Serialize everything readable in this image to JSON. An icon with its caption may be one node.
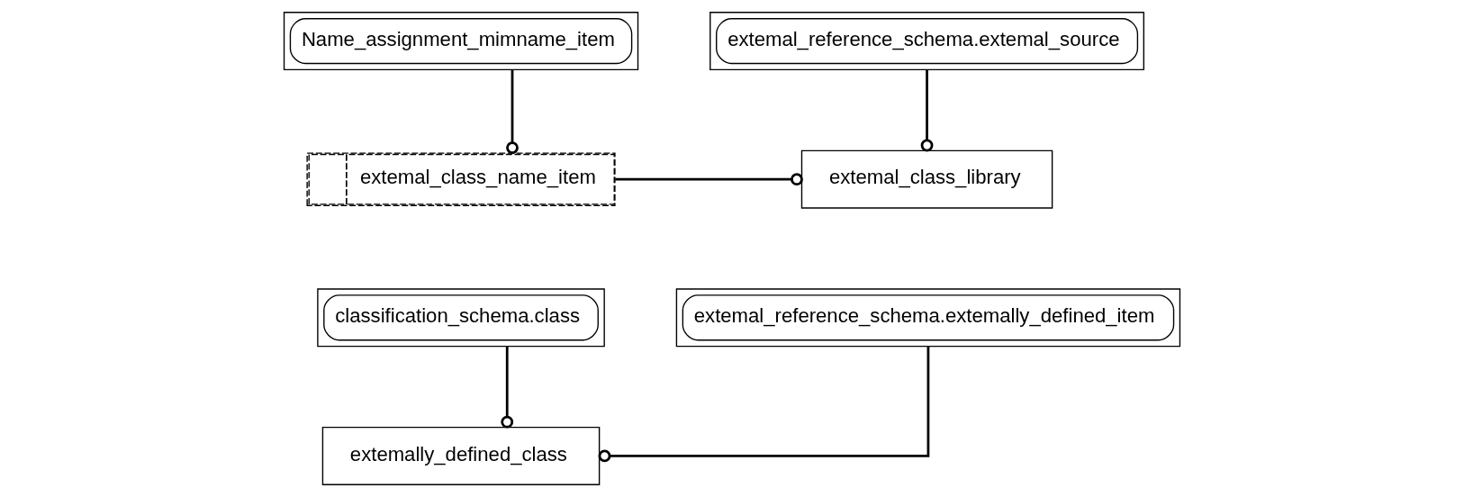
{
  "diagram": {
    "nodes": [
      {
        "text": [
          "Name_assignment_mimname_item"
        ]
      },
      {
        "text": [
          "extemal_class_name_item"
        ]
      },
      {
        "text": [
          "extemal_reference_schema.extemal_source"
        ]
      },
      {
        "text": [
          "extemal_class_library"
        ]
      },
      {
        "text": [
          "classification_schema.class"
        ]
      },
      {
        "text": [
          "extemal_reference_schema.extemally_defined_item"
        ]
      },
      {
        "text": [
          "extemally_defined_class"
        ]
      }
    ],
    "edges": [
      {
        "from": 0,
        "to": 1,
        "arrow": "other"
      },
      {
        "from": 1,
        "to": 3,
        "arrow": "other"
      },
      {
        "from": 2,
        "to": 3,
        "arrow": "other"
      },
      {
        "from": 4,
        "to": 6,
        "arrow": "other"
      },
      {
        "from": 5,
        "to": 6,
        "arrow": "other"
      }
    ]
  }
}
